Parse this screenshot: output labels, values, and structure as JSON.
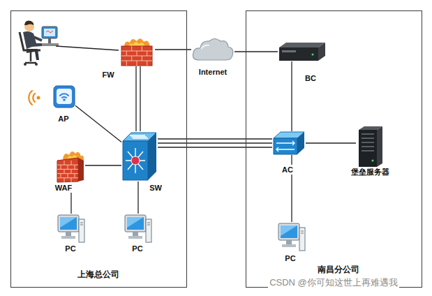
{
  "diagram": {
    "nodes": [
      {
        "text": [
          "上海总公司"
        ]
      },
      {
        "text": [
          "FW"
        ],
        "in": 0
      },
      {
        "text": [
          "AP"
        ],
        "in": 0
      },
      {
        "text": [
          "WAF"
        ],
        "in": 0
      },
      {
        "text": [
          "SW"
        ],
        "in": 0
      },
      {
        "text": [
          "PC"
        ],
        "in": 0
      },
      {
        "text": [
          "PC"
        ],
        "in": 0
      },
      {
        "text": [
          "Internet"
        ]
      },
      {
        "text": [
          "南昌分公司"
        ]
      },
      {
        "text": [
          "BC"
        ],
        "in": 8
      },
      {
        "text": [
          "AC"
        ],
        "in": 8
      },
      {
        "text": [
          "堡垒服务器"
        ],
        "in": 8
      },
      {
        "text": [
          "PC"
        ],
        "in": 8
      }
    ],
    "edges": [
      {
        "from": 1,
        "to": 7,
        "arrow": "none"
      },
      {
        "from": 7,
        "to": 9,
        "arrow": "none"
      },
      {
        "from": 9,
        "to": 10,
        "arrow": "none"
      },
      {
        "from": 2,
        "to": 4,
        "arrow": "none"
      },
      {
        "from": 3,
        "to": 4,
        "arrow": "none"
      },
      {
        "from": 1,
        "to": 4,
        "arrow": "none"
      },
      {
        "from": 1,
        "to": 4,
        "arrow": "none"
      },
      {
        "from": 4,
        "to": 10,
        "arrow": "none"
      },
      {
        "from": 4,
        "to": 10,
        "arrow": "none"
      },
      {
        "from": 4,
        "to": 10,
        "arrow": "none"
      },
      {
        "from": 3,
        "to": 5,
        "arrow": "none"
      },
      {
        "from": 4,
        "to": 6,
        "arrow": "none"
      },
      {
        "from": 10,
        "to": 12,
        "arrow": "none"
      },
      {
        "from": 10,
        "to": 11,
        "arrow": "none"
      }
    ],
    "labels": [
      "CSDN @你可知这世上再难遇我"
    ]
  }
}
